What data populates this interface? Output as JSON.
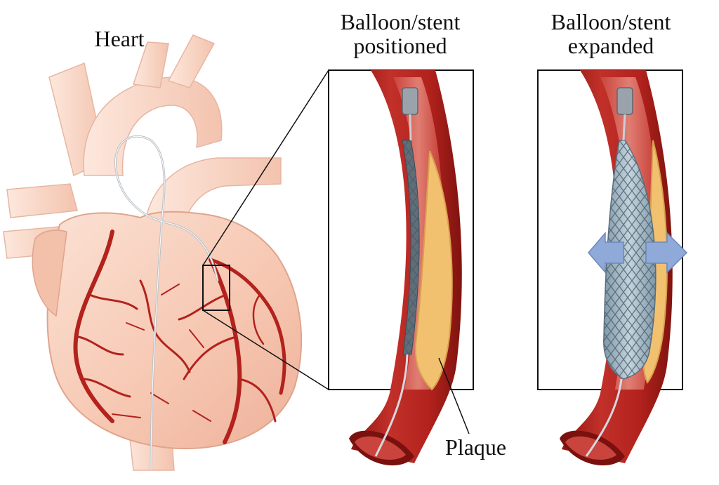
{
  "labels": {
    "heart": "Heart",
    "positioned_line1": "Balloon/stent",
    "positioned_line2": "positioned",
    "expanded_line1": "Balloon/stent",
    "expanded_line2": "expanded",
    "plaque": "Plaque"
  },
  "colors": {
    "heart_tissue": "#f6c9b5",
    "heart_shadow": "#eeaf98",
    "artery": "#b3221d",
    "artery_dark": "#8e1612",
    "artery_inner": "#d9625a",
    "plaque": "#f2c170",
    "stent": "#6d7d88",
    "balloon": "#9fb7c6",
    "arrow": "#8fa9d8",
    "catheter": "#c9ced3"
  }
}
